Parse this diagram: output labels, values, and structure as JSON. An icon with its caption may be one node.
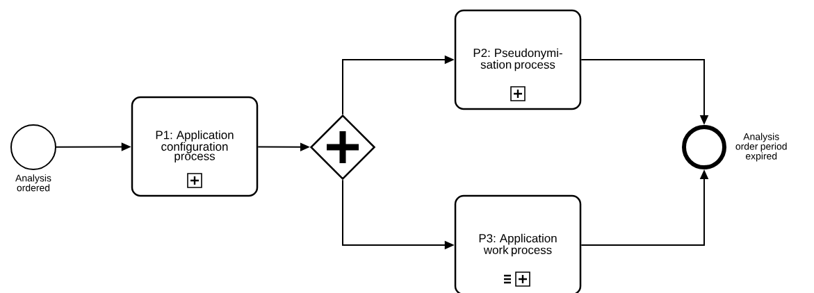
{
  "diagram": {
    "nodes": [
      {
        "text": [],
        "shape": "circle",
        "beside": [
          "Analysis ordered"
        ]
      },
      {
        "text": [
          "P1: Application configuration process"
        ]
      },
      {
        "text": [],
        "shape": "diamond"
      },
      {
        "text": [
          "P2: Pseudonymi-sation process"
        ]
      },
      {
        "text": [
          "P3: Application work process"
        ]
      },
      {
        "text": [],
        "shape": "circle",
        "beside": [
          "Analysis order period expired"
        ]
      }
    ],
    "edges": [
      {
        "from": 0,
        "to": 1,
        "arrow": "to"
      },
      {
        "from": 1,
        "to": 2,
        "arrow": "to"
      },
      {
        "from": 2,
        "to": 3,
        "arrow": "to"
      },
      {
        "from": 2,
        "to": 4,
        "arrow": "to"
      },
      {
        "from": 3,
        "to": 5,
        "arrow": "to"
      },
      {
        "from": 4,
        "to": 5,
        "arrow": "to"
      }
    ]
  }
}
